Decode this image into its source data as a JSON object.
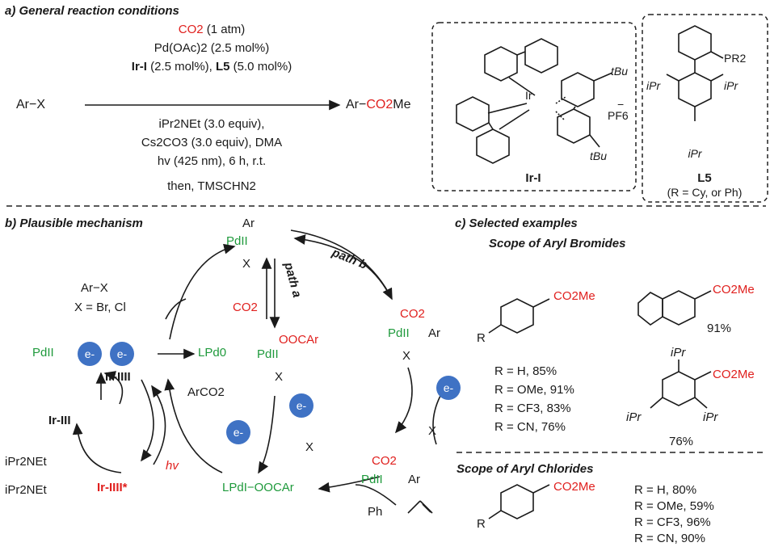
{
  "section_a": {
    "title": "a) General reaction conditions",
    "reactant": "Ar−X",
    "product_prefix": "Ar−",
    "product_group": "CO2",
    "product_suffix": "Me",
    "above_arrow": {
      "co2": "CO2",
      "co2_note": "(1 atm)",
      "pd": "Pd(OAc)2 (2.5 mol%)",
      "ir": "Ir-I",
      "ir_amt": "(2.5 mol%),",
      "l5": "L5",
      "l5_amt": "(5.0 mol%)"
    },
    "below_arrow": {
      "base": "iPr2NEt (3.0 equiv),",
      "cs": "Cs2CO3 (3.0 equiv), DMA",
      "hv": "hv (425 nm), 6 h, r.t.",
      "then": "then, TMSCHN2"
    },
    "ir_box": {
      "tbu1": "tBu",
      "tbu2": "tBu",
      "ir": "Ir",
      "pf6": "PF6",
      "minus": "−",
      "label": "Ir-I"
    },
    "l5_box": {
      "pr2": "PR2",
      "ipr_left": "iPr",
      "ipr_right": "iPr",
      "ipr_bottom": "iPr",
      "label": "L5",
      "note": "(R = Cy, or Ph)"
    }
  },
  "section_b": {
    "title": "b) Plausible mechanism",
    "arx": "Ar−X",
    "x_note": "X = Br, Cl",
    "pd2_left": "PdII",
    "electron": "e-",
    "lpd0": "LPd0",
    "co2_label": "CO2",
    "path_a": "path a",
    "path_b": "path b",
    "arco2": "ArCO2",
    "ir3": "Ir-IIII",
    "ir2": "Ir-III",
    "ir3star": "Ir-IIII*",
    "hv": "hv",
    "amine_ox": "iPr2NEt",
    "amine": "iPr2NEt",
    "lpd1": "LPdI−OOCAr",
    "styrene": "Ph",
    "x_minus": "X",
    "ooc_ar": "OOCAr",
    "ar": "Ar"
  },
  "section_c": {
    "title": "c) Selected examples",
    "bromides_title": "Scope of Aryl Bromides",
    "chlorides_title": "Scope of Aryl Chlorides",
    "co2me": "CO2Me",
    "r_label": "R",
    "yield_benzodioxole": "91%",
    "yield_mesityl": "76%",
    "ipr": "iPr",
    "bromide_rows": [
      "R = H, 85%",
      "R = OMe, 91%",
      "R = CF3, 83%",
      "R = CN, 76%"
    ],
    "chloride_rows": [
      "R = H, 80%",
      "R = OMe, 59%",
      "R = CF3, 96%",
      "R = CN, 90%"
    ]
  }
}
